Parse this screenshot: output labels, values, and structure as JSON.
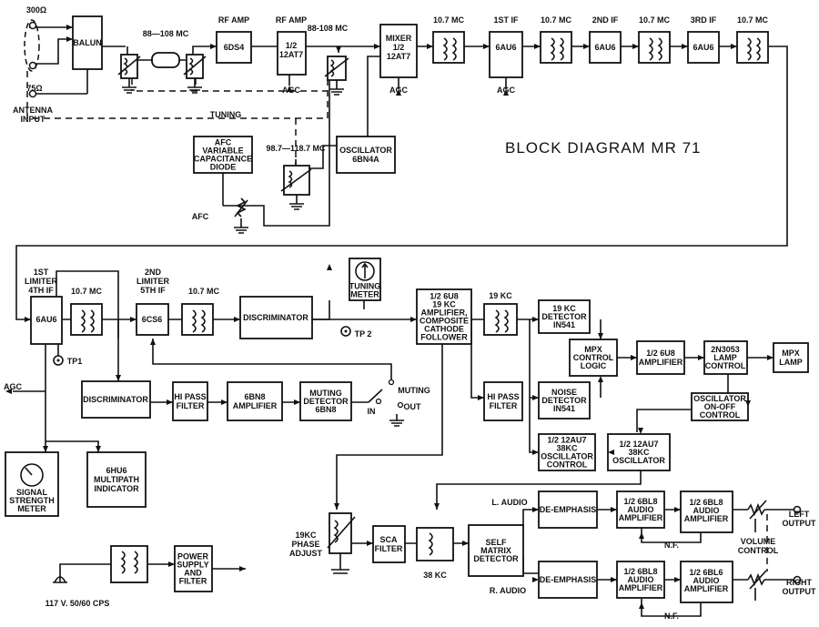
{
  "title": "BLOCK DIAGRAM  MR 71",
  "blocks": {
    "balun": [
      "BALUN"
    ],
    "rf_amp_1": [
      "6DS4"
    ],
    "rf_amp_2": [
      "1/2",
      "12AT7"
    ],
    "mixer": [
      "MIXER",
      "1/2",
      "12AT7"
    ],
    "if1": [
      "6AU6"
    ],
    "if2": [
      "6AU6"
    ],
    "if3": [
      "6AU6"
    ],
    "afc_diode": [
      "AFC",
      "VARIABLE",
      "CAPACITANCE",
      "DIODE"
    ],
    "oscillator": [
      "OSCILLATOR",
      "6BN4A"
    ],
    "if4": [
      "6AU6"
    ],
    "if5": [
      "6CS6"
    ],
    "discriminator_main": [
      "DISCRIMINATOR"
    ],
    "tuning_meter": [
      "TUNING",
      "METER"
    ],
    "composite_amp": [
      "1/2 6U8",
      "19 KC",
      "AMPLIFIER,",
      "COMPOSITE",
      "CATHODE",
      "FOLLOWER"
    ],
    "detector_19kc": [
      "19 KC",
      "DETECTOR",
      "IN541"
    ],
    "mpx_logic": [
      "MPX",
      "CONTROL",
      "LOGIC"
    ],
    "amp_6u8": [
      "1/2 6U8",
      "AMPLIFIER"
    ],
    "lamp_control": [
      "2N3053",
      "LAMP",
      "CONTROL"
    ],
    "mpx_lamp": [
      "MPX",
      "LAMP"
    ],
    "discriminator_2": [
      "DISCRIMINATOR"
    ],
    "hipass_1": [
      "HI PASS",
      "FILTER"
    ],
    "amp_6bn8": [
      "6BN8",
      "AMPLIFIER"
    ],
    "muting_detector": [
      "MUTING",
      "DETECTOR",
      "6BN8"
    ],
    "hipass_2": [
      "HI PASS",
      "FILTER"
    ],
    "noise_detector": [
      "NOISE",
      "DETECTOR",
      "IN541"
    ],
    "osc_onoff": [
      "OSCILLATOR",
      "ON-OFF",
      "CONTROL"
    ],
    "osc_control_38": [
      "1/2 12AU7",
      "38KC",
      "OSCILLATOR",
      "CONTROL"
    ],
    "osc_38": [
      "1/2 12AU7",
      "38KC",
      "OSCILLATOR"
    ],
    "signal_meter": [
      "SIGNAL",
      "STRENGTH",
      "METER"
    ],
    "multipath": [
      "6HU6",
      "MULTIPATH",
      "INDICATOR"
    ],
    "sca_filter": [
      "SCA",
      "FILTER"
    ],
    "matrix": [
      "SELF",
      "MATRIX",
      "DETECTOR"
    ],
    "deemph_l": [
      "DE-EMPHASIS"
    ],
    "deemph_r": [
      "DE-EMPHASIS"
    ],
    "audio_l1": [
      "1/2 6BL8",
      "AUDIO",
      "AMPLIFIER"
    ],
    "audio_l2": [
      "1/2 6BL8",
      "AUDIO",
      "AMPLIFIER"
    ],
    "audio_r1": [
      "1/2 6BL8",
      "AUDIO",
      "AMPLIFIER"
    ],
    "audio_r2": [
      "1/2 6BL6",
      "AUDIO",
      "AMPLIFIER"
    ],
    "power": [
      "POWER",
      "SUPPLY",
      "AND",
      "FILTER"
    ]
  },
  "labels": {
    "ant300": "300Ω",
    "ant75": "75Ω",
    "antenna_input": [
      "ANTENNA",
      "INPUT"
    ],
    "band1": "88—108 MC",
    "rf_amp_a": "RF AMP",
    "rf_amp_b": "RF AMP",
    "band2": "88-108 MC",
    "agc_rf": "AGC",
    "agc_mixer": "AGC",
    "agc_if": "AGC",
    "agc_out": "AGC",
    "tuning": "TUNING",
    "osc_band": "98.7—118.7 MC",
    "afc": "AFC",
    "if_107_1": "10.7 MC",
    "if_1st": "1ST  IF",
    "if_107_2": "10.7 MC",
    "if_2nd": "2ND  IF",
    "if_107_3": "10.7 MC",
    "if_3rd": "3RD  IF",
    "if_107_4": "10.7 MC",
    "limiter1": [
      "1ST",
      "LIMITER",
      "4TH  IF"
    ],
    "if_107_5": "10.7 MC",
    "limiter2": [
      "2ND",
      "LIMITER",
      "5TH  IF"
    ],
    "if_107_6": "10.7 MC",
    "tp1": "TP1",
    "tp2": "TP 2",
    "kc19": "19 KC",
    "muting": "MUTING",
    "mute_in": "IN",
    "mute_out": "OUT",
    "phase_adjust": [
      "19KC",
      "PHASE",
      "ADJUST"
    ],
    "kc38": "38 KC",
    "l_audio": "L. AUDIO",
    "r_audio": "R. AUDIO",
    "nf1": "N.F.",
    "nf2": "N.F.",
    "left_output": [
      "LEFT",
      "OUTPUT"
    ],
    "right_output": [
      "RIGHT",
      "OUTPUT"
    ],
    "volume_control": [
      "VOLUME",
      "CONTROL"
    ],
    "mains": "117 V. 50/60 CPS"
  }
}
